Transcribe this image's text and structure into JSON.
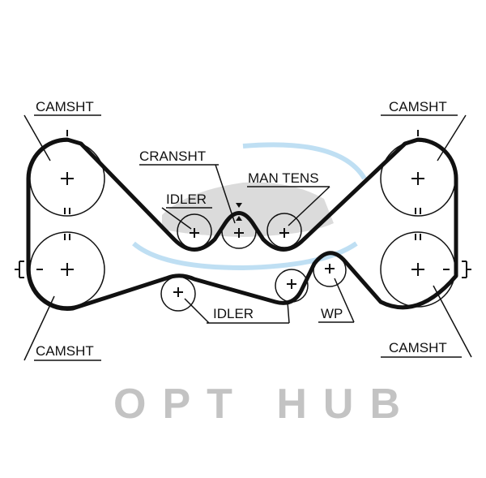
{
  "labels": {
    "camshaft_top_left": "CAMSHT",
    "camshaft_top_right": "CAMSHT",
    "camshaft_bottom_left": "CAMSHT",
    "camshaft_bottom_right": "CAMSHT",
    "crankshaft": "CRANSHT",
    "idler_upper": "IDLER",
    "manual_tensioner": "MAN TENS",
    "idler_lower": "IDLER",
    "water_pump": "WP"
  },
  "watermark": "OPT HUB",
  "colors": {
    "line": "#111111",
    "watermark_text": "#bdbdbd",
    "swoosh": "#b9dcf2"
  }
}
